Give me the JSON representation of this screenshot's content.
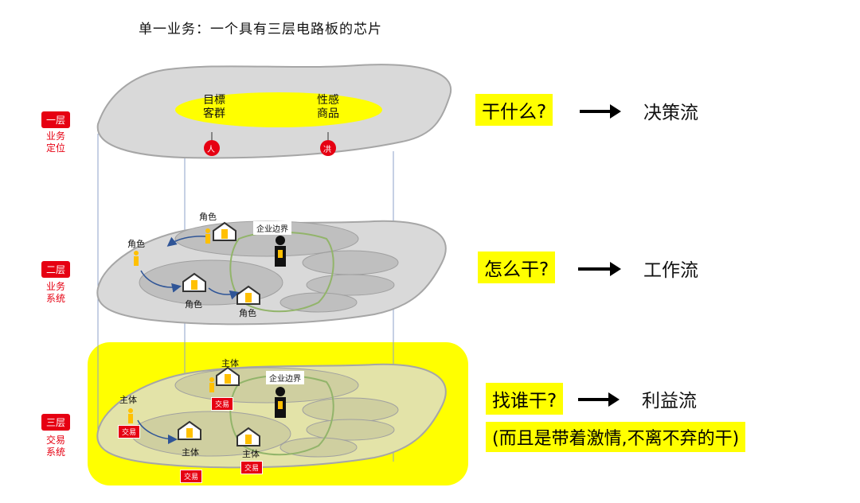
{
  "title": "单一业务：一个具有三层电路板的芯片",
  "layers": [
    {
      "tag": "一层",
      "sub1": "业务",
      "sub2": "定位"
    },
    {
      "tag": "二层",
      "sub1": "业务",
      "sub2": "系统"
    },
    {
      "tag": "三层",
      "sub1": "交易",
      "sub2": "系统"
    }
  ],
  "layer1": {
    "target_line1": "目標",
    "target_line2": "客群",
    "product_line1": "性感",
    "product_line2": "商品",
    "person_icon_char": "人",
    "product_icon_char": "㓋"
  },
  "layer2": {
    "role_label": "角色",
    "boundary": "企业边界"
  },
  "layer3": {
    "subject_label": "主体",
    "trade_label": "交易",
    "boundary": "企业边界"
  },
  "flows": [
    {
      "question": "干什么?",
      "result": "决策流"
    },
    {
      "question": "怎么干?",
      "result": "工作流"
    },
    {
      "question": "找谁干?",
      "result": "利益流"
    }
  ],
  "note": "(而且是带着激情,不离不弃的干)",
  "colors": {
    "red": "#e60012",
    "yellow": "#ffff00",
    "plate": "#d9d9d9",
    "ellipse": "#bfbfbf"
  }
}
